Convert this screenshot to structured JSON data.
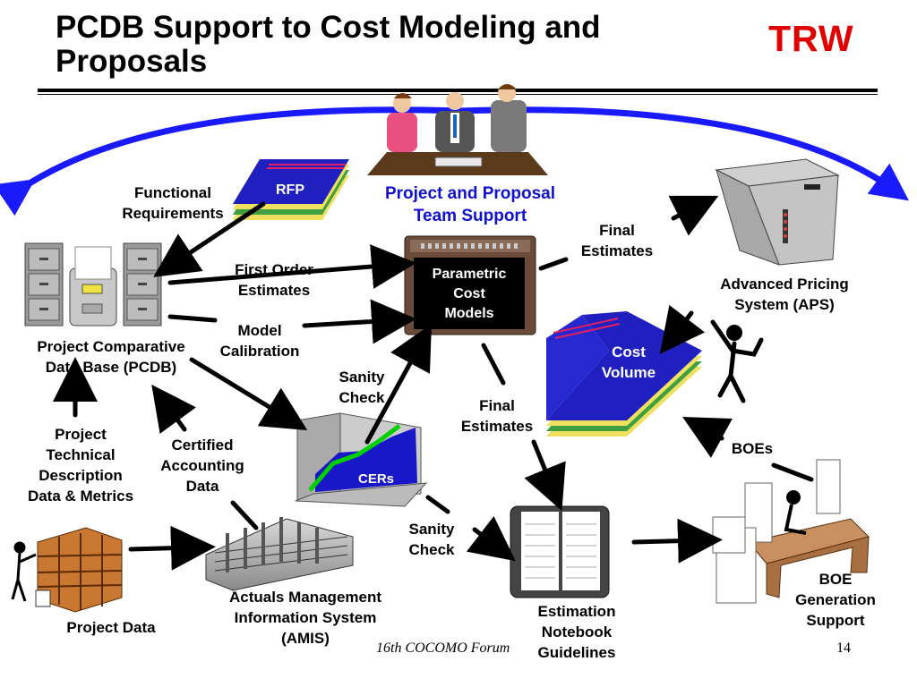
{
  "title": "PCDB Support to Cost Modeling and\nProposals",
  "logo": "TRW",
  "labels": {
    "functional_requirements": "Functional\nRequirements",
    "rfp": "RFP",
    "team_support": "Project and Proposal\nTeam Support",
    "final_estimates_top": "Final\nEstimates",
    "advanced_pricing": "Advanced Pricing\nSystem (APS)",
    "first_order": "First Order\nEstimates",
    "parametric": "Parametric\nCost\nModels",
    "model_calibration": "Model\nCalibration",
    "cost_volume": "Cost\nVolume",
    "pcdb": "Project Comparative\nData Base (PCDB)",
    "sanity_check_top": "Sanity\nCheck",
    "final_estimates_mid": "Final\nEstimates",
    "project_technical": "Project\nTechnical\nDescription\nData & Metrics",
    "certified_accounting": "Certified\nAccounting\nData",
    "cers": "CERs",
    "boes": "BOEs",
    "sanity_check_bottom": "Sanity\nCheck",
    "amis": "Actuals Management\nInformation System\n(AMIS)",
    "estimation_notebook": "Estimation\nNotebook\nGuidelines",
    "boe_generation": "BOE\nGeneration\nSupport",
    "project_data": "Project Data"
  },
  "footer": "16th COCOMO Forum",
  "page_number": "14",
  "colors": {
    "blue_arc": "#1a1aff",
    "logo_red": "#e00000",
    "label_blue": "#1010d0",
    "book_blue": "#2020c0"
  },
  "icons": [
    "meeting-clipart-icon",
    "rfp-book-icon",
    "file-cabinet-icon",
    "terminal-icon",
    "server-tower-icon",
    "cost-volume-book-icon",
    "stick-figure-icon",
    "cers-chart-icon",
    "building-icon",
    "shelves-icon",
    "notebook-icon",
    "desk-worker-icon"
  ]
}
